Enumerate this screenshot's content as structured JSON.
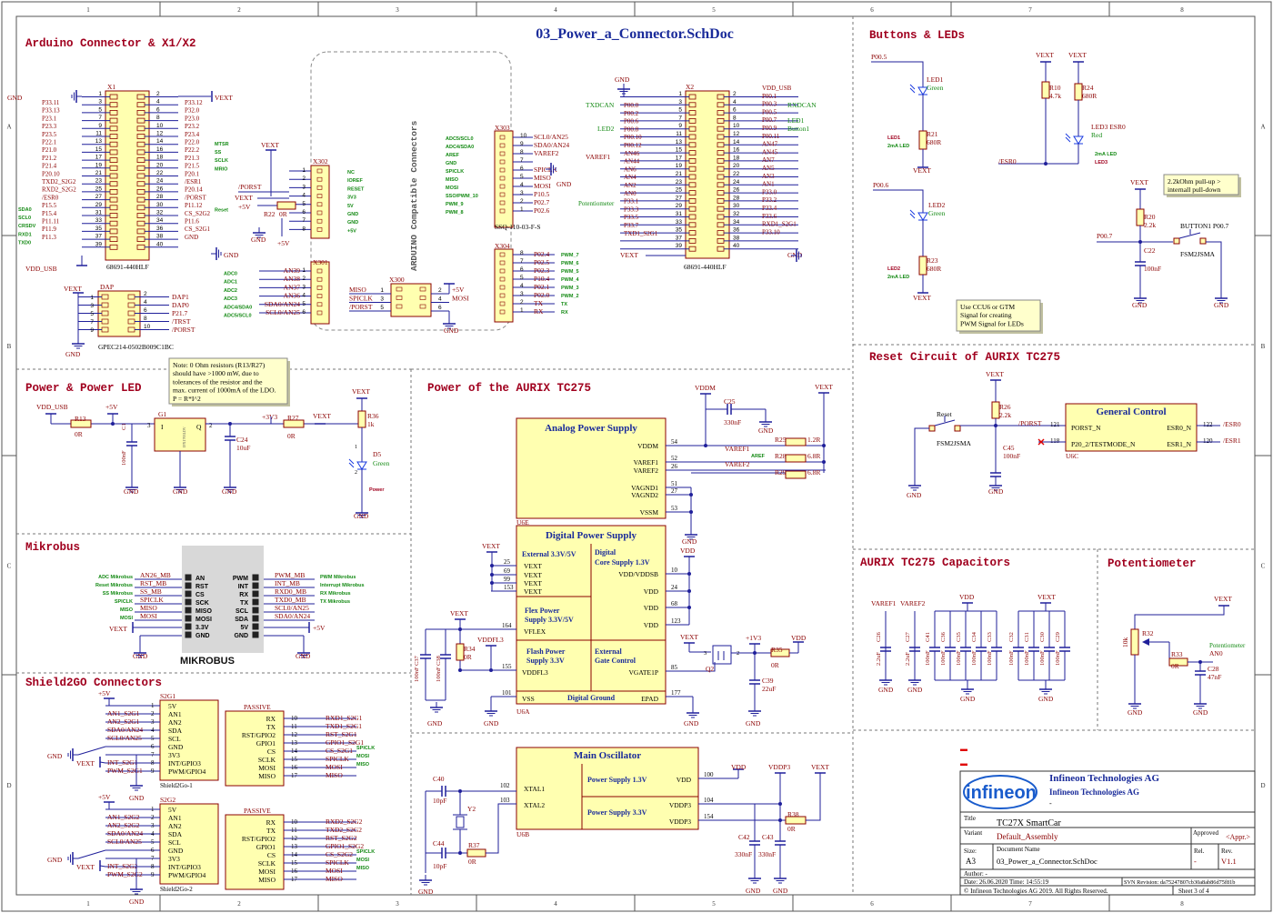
{
  "document_title": "03_Power_a_Connector.SchDoc",
  "colors": {
    "wire": "#1f1f9a",
    "netlabel": "#8b0000",
    "section_title": "#a0001e",
    "power": "#8b0000",
    "comp_fill": "#ffffb0",
    "comp_stroke": "#8b0000",
    "blue_title": "#1a2b9a",
    "green": "#148a14",
    "note_fill": "#ffffcc"
  },
  "frame": {
    "columns": [
      "1",
      "2",
      "3",
      "4",
      "5",
      "6",
      "7",
      "8"
    ],
    "rows": [
      "A",
      "B",
      "C",
      "D"
    ]
  },
  "sections": [
    {
      "id": "arduino",
      "title": "Arduino Connector & X1/X2"
    },
    {
      "id": "buttons",
      "title": "Buttons & LEDs"
    },
    {
      "id": "reset",
      "title": "Reset Circuit of AURIX TC275"
    },
    {
      "id": "powerled",
      "title": "Power & Power LED"
    },
    {
      "id": "aurixpower",
      "title": "Power of the AURIX TC275"
    },
    {
      "id": "mikrobus",
      "title": "Mikrobus"
    },
    {
      "id": "shield2go",
      "title": "Shield2GO Connectors"
    },
    {
      "id": "capacitors",
      "title": "AURIX TC275 Capacitors"
    },
    {
      "id": "potentiometer",
      "title": "Potentiometer"
    }
  ],
  "x1": {
    "ref": "X1",
    "part": "68691-440HLF",
    "left": [
      "P33.11",
      "P33.13",
      "P23.1",
      "P23.3",
      "P23.5",
      "P22.1",
      "P21.0",
      "P21.2",
      "P21.4",
      "P20.10",
      "TXD2_S2G2",
      "RXD2_S2G2",
      "/ESR0",
      "P15.5",
      "P15.4",
      "P11.11",
      "P11.9",
      "P11.3",
      ""
    ],
    "right": [
      "VEXT",
      "P33.12",
      "P32.0",
      "P23.0",
      "P23.2",
      "P23.4",
      "P22.0",
      "P22.2",
      "P21.3",
      "P21.5",
      "P20.1",
      "/ESR1",
      "P20.14",
      "/PORST",
      "P11.12",
      "CS_S2G2",
      "P11.6",
      "CS_S2G1",
      "GND"
    ],
    "side_left": [
      "SDA0",
      "SCL0",
      "CRSDV",
      "RXD1",
      "TXD0"
    ],
    "side_right": [
      "MTSR",
      "SS",
      "SCLK",
      "MRIO",
      "Reset"
    ],
    "gnd": "GND",
    "vdd": "VDD_USB"
  },
  "x2": {
    "ref": "X2",
    "part": "68691-440HLF",
    "left": [
      "P00.0",
      "P00.2",
      "P00.6",
      "P00.8",
      "P00.10",
      "P00.12",
      "AN46",
      "AN44",
      "AN6",
      "AN4",
      "AN2",
      "AN0",
      "P33.1",
      "P33.3",
      "P33.5",
      "P33.7",
      "TXD1_S2G1",
      ""
    ],
    "right": [
      "VDD_USB",
      "P00.1",
      "P00.3",
      "P00.5",
      "P00.7",
      "P00.9",
      "P00.11",
      "AN47",
      "AN45",
      "AN7",
      "AN5",
      "AN3",
      "AN1",
      "P33.0",
      "P33.2",
      "P33.4",
      "P33.6",
      "RXD1_S2G1",
      "P33.10",
      "GND"
    ],
    "side": [
      "TXDCAN",
      "LED2",
      "VAREF1",
      "Potentiometer",
      "RXDCAN",
      "LED1",
      "Button1"
    ],
    "gnd": "GND",
    "vext": "VEXT"
  },
  "arduino_box": {
    "label": "ARDUINO Compatible Connectors"
  },
  "x302": {
    "ref": "X302",
    "labels": [
      "NC",
      "IOREF",
      "RESET",
      "3V3",
      "5V",
      "GND",
      "GND",
      "+5V"
    ],
    "nets": [
      "VEXT",
      "/PORST",
      "VEXT",
      "+5V",
      "R22",
      "0R",
      "GND",
      "+5V"
    ]
  },
  "x301": {
    "ref": "X301",
    "nets": [
      "AN39",
      "AN38",
      "AN37",
      "AN36",
      "SDA0/AN24",
      "SCL0/AN25"
    ],
    "labels": [
      "ADC0",
      "ADC1",
      "ADC2",
      "ADC3",
      "ADC4/SDA0",
      "ADC5/SCL0"
    ]
  },
  "x303": {
    "ref": "X303",
    "part": "SSQ-110-03-F-S",
    "nets": [
      "SCL0/AN25",
      "SDA0/AN24",
      "VAREF2",
      "",
      "SPICLK",
      "MISO",
      "MOSI",
      "P10.5",
      "P02.7",
      "P02.6"
    ],
    "labels": [
      "ADC5/SCL0",
      "ADC4/SDA0",
      "AREF",
      "GND",
      "SPICLK",
      "MISO",
      "MOSI",
      "SSO/PWM_10",
      "PWM_9",
      "PWM_8"
    ],
    "gnd": "GND"
  },
  "x304": {
    "ref": "X304",
    "nets": [
      "P02.4",
      "P02.5",
      "P02.3",
      "P10.4",
      "P02.1",
      "P02.0",
      "TX",
      "RX"
    ],
    "labels": [
      "PWM_7",
      "PWM_6",
      "PWM_5",
      "PWM_4",
      "PWM_3",
      "PWM_2",
      "TX",
      "RX"
    ]
  },
  "x300": {
    "ref": "X300",
    "left": [
      "MISO",
      "SPICLK",
      "/PORST"
    ],
    "right": [
      "+5V",
      "MOSI",
      ""
    ],
    "gnd": "GND"
  },
  "dap": {
    "ref": "DAP",
    "part": "GPEC214-0502B009C1BC",
    "nets": [
      "DAP1",
      "DAP0",
      "P21.7",
      "/TRST",
      "/PORST"
    ],
    "vext": "VEXT",
    "gnd": "GND"
  },
  "note_ldo": {
    "lines": [
      "Note: 0 Ohm resistors (R13/R27)",
      "should have >1000 mW, due to",
      "tolerances of the resistor and the",
      "max. current of 1000mA of the LDO.",
      "P = R*I^2"
    ]
  },
  "note_pullup": {
    "lines": [
      "2.2kOhm pull-up >",
      "internall pull-down"
    ]
  },
  "note_ccu": {
    "lines": [
      "Use CCU6 or GTM",
      "Signal for creating",
      "PWM Signal for LEDs"
    ]
  },
  "power_led": {
    "vdd_usb": "VDD_USB",
    "plus5v": "+5V",
    "r13": "R13",
    "r13v": "0R",
    "c1": "C1",
    "c1v": "100nF",
    "g1": "G1",
    "g1i": "I",
    "g1q": "Q",
    "g1p": "3",
    "g1p2": "2",
    "g1m": "IFX1763LDV",
    "plus3v3": "+3V3",
    "c24": "C24",
    "c24v": "10uF",
    "r27": "R27",
    "r27v": "0R",
    "vext": "VEXT",
    "r36": "R36",
    "r36v": "1k",
    "d5": "D5",
    "d5v": "Green",
    "power": "Power",
    "gnd": "GND"
  },
  "buttons": {
    "p005": "P00.5",
    "led1": "LED1",
    "led1c": "Green",
    "r21": "R21",
    "r21v": "680R",
    "led1net": "LED1",
    "led1n2": "2mA LED",
    "p006": "P00.6",
    "led2": "LED2",
    "led2c": "Green",
    "r23": "R23",
    "r23v": "680R",
    "led2net": "LED2",
    "led2n2": "2mA LED",
    "r10": "R10",
    "r10v": "4.7k",
    "r24": "R24",
    "r24v": "680R",
    "led3": "LED3 ESR0",
    "led3c": "Red",
    "led3n": "2mA LED",
    "led3n2": "LED3",
    "esr0": "/ESR0",
    "vext": "VEXT",
    "r20": "R20",
    "r20v": "2.2k",
    "c22": "C22",
    "c22v": "100nF",
    "p007": "P00.7",
    "button1": "BUTTON1 P00.7",
    "fsm": "FSM2JSMA",
    "gnd": "GND"
  },
  "reset": {
    "vext": "VEXT",
    "r26": "R26",
    "r26v": "2.2k",
    "label_reset": "Reset",
    "fsm": "FSM2JSMA",
    "porst": "/PORST",
    "c45": "C45",
    "c45v": "100nF",
    "gc_title": "General Control",
    "porst_n": "PORST_N",
    "testmode": "P20_2/TESTMODE_N",
    "esr0_n": "ESR0_N",
    "esr1_n": "ESR1_N",
    "p121": "121",
    "p118": "118",
    "p122": "122",
    "p120": "120",
    "esr0": "/ESR0",
    "esr1": "/ESR1",
    "u6c": "U6C",
    "gnd": "GND"
  },
  "aurix": {
    "analog_title": "Analog Power Supply",
    "vddm": "VDDM",
    "varef1": "VAREF1",
    "varef2": "VAREF2",
    "vagnd1": "VAGND1",
    "vagnd2": "VAGND2",
    "vssm": "VSSM",
    "pins_a": [
      "54",
      "52",
      "26",
      "51",
      "27",
      "53"
    ],
    "u6e": "U6E",
    "c25": "C25",
    "c25v": "330nF",
    "r25": "R25",
    "r25v": "1.2R",
    "r28": "R28",
    "r28v": "6.8R",
    "r29": "R29",
    "r29v": "6.8R",
    "aref": "AREF",
    "digital_title": "Digital Power Supply",
    "ext33": "External 3.3V/5V",
    "vext": "VEXT",
    "core": "Digital Core Supply 1.3V",
    "vddvddsb": "VDD/VDDSB",
    "vdd": "VDD",
    "flex": "Flex Power Supply 3.3V/5V",
    "vflex": "VFLEX",
    "flash": "Flash Power Supply 3.3V",
    "vddfl3": "VDDFL3",
    "extgate": "External Gate Control",
    "vgate": "VGATE1P",
    "vss": "VSS",
    "dground": "Digital Ground",
    "epad": "EPAD",
    "u6a": "U6A",
    "pins_ext": [
      "25",
      "69",
      "99",
      "153"
    ],
    "pins_core": [
      "10",
      "24",
      "68",
      "123"
    ],
    "p164": "164",
    "p155": "155",
    "p101": "101",
    "p177": "177",
    "p85": "85",
    "c37": "C37",
    "c38": "C38",
    "cv": "100nF",
    "r34": "R34",
    "r34v": "0R",
    "vddfl3net": "VDDFL3",
    "q2": "Q2",
    "plus1v3": "+1V3",
    "r35": "R35",
    "r35v": "0R",
    "c39": "C39",
    "c39v": "22uF",
    "vddm_net": "VDDM",
    "gnd": "GND"
  },
  "oscillator": {
    "title": "Main Oscillator",
    "xtal1": "XTAL1",
    "xtal2": "XTAL2",
    "p102": "102",
    "p103": "103",
    "ps13": "Power Supply 1.3V",
    "ps33": "Power Supply 3.3V",
    "vdd": "VDD",
    "vddp3": "VDDP3",
    "vddp3b": "VDDP3",
    "p100": "100",
    "p104": "104",
    "p154": "154",
    "u6b": "U6B",
    "c40": "C40",
    "c40v": "10pF",
    "c44": "C44",
    "c44v": "10pF",
    "y2": "Y2",
    "r37": "R37",
    "r37v": "0R",
    "r38": "R38",
    "r38v": "0R",
    "c42": "C42",
    "c42v": "330nF",
    "c43": "C43",
    "c43v": "330nF",
    "vext": "VEXT",
    "gnd": "GND"
  },
  "mikrobus": {
    "left_pins": [
      "AN",
      "RST",
      "CS",
      "SCK",
      "MISO",
      "MOSI",
      "3.3V",
      "GND"
    ],
    "right_pins": [
      "PWM",
      "INT",
      "RX",
      "TX",
      "SCL",
      "SDA",
      "5V",
      "GND"
    ],
    "left_nets": [
      "AN26_MB",
      "RST_MB",
      "SS_MB",
      "SPICLK",
      "MISO",
      "MOSI"
    ],
    "right_nets": [
      "PWM_MB",
      "INT_MB",
      "RXD0_MB",
      "TXD0_MB",
      "SCL0/AN25",
      "SDA0/AN24"
    ],
    "left_desc": [
      "ADC Mikrobus",
      "Reset Mikrobus",
      "SS Mikrobus",
      "SPICLK",
      "MISO",
      "MOSI"
    ],
    "right_desc": [
      "PWM Mikrobus",
      "Interrupt Mikrobus",
      "RX Mikrobus",
      "TX Mikrobus"
    ],
    "label": "MIKROBUS",
    "vext": "VEXT",
    "plus5v": "+5V",
    "gnd": "GND"
  },
  "shield1": {
    "ref": "S2G1",
    "name": "Shield2Go-1",
    "plus5v": "+5V",
    "vext": "VEXT",
    "gnd": "GND",
    "left_nets": [
      "",
      "AN1_S2G1",
      "AN2_S2G1",
      "SDA0/AN24",
      "SCL0/AN25",
      "",
      "",
      "INT_S2G1",
      "PWM_S2G1"
    ],
    "left_pins": [
      "5V",
      "AN1",
      "AN2",
      "SDA",
      "SCL",
      "GND",
      "3V3",
      "INT/GPIO3",
      "PWM/GPIO4"
    ],
    "passive": "PASSIVE",
    "pass_pins": [
      "RX",
      "TX",
      "RST/GPIO2",
      "GPIO1",
      "CS",
      "SCLK",
      "MOSI",
      "MISO"
    ],
    "pass_nets": [
      "RXD1_S2G1",
      "TXD1_S2G1",
      "RST_S2G1",
      "GPIO1_S2G1",
      "CS_S2G1",
      "SPICLK",
      "MOSI",
      "MISO"
    ]
  },
  "shield2": {
    "ref": "S2G2",
    "name": "Shield2Go-2",
    "plus5v": "+5V",
    "vext": "VEXT",
    "gnd": "GND",
    "left_nets": [
      "",
      "AN1_S2G2",
      "AN2_S2G2",
      "SDA0/AN24",
      "SCL0/AN25",
      "",
      "",
      "INT_S2G2",
      "PWM_S2G2"
    ],
    "left_pins": [
      "5V",
      "AN1",
      "AN2",
      "SDA",
      "SCL",
      "GND",
      "3V3",
      "INT/GPIO3",
      "PWM/GPIO4"
    ],
    "passive": "PASSIVE",
    "pass_pins": [
      "RX",
      "TX",
      "RST/GPIO2",
      "GPIO1",
      "CS",
      "SCLK",
      "MOSI",
      "MISO"
    ],
    "pass_nets": [
      "RXD2_S2G2",
      "TXD2_S2G2",
      "RST_S2G2",
      "GPIO1_S2G2",
      "CS_S2G2",
      "SPICLK",
      "MOSI",
      "MISO"
    ]
  },
  "capacitors": {
    "varef1": "VAREF1",
    "varef2": "VAREF2",
    "vdd": "VDD",
    "vext": "VEXT",
    "gnd": "GND",
    "refs": [
      "C26",
      "C27",
      "C41",
      "C36",
      "C35",
      "C34",
      "C33",
      "C32",
      "C31",
      "C30",
      "C29"
    ],
    "vals": [
      "2.2uF",
      "2.2uF",
      "100nF",
      "100nF",
      "100nF",
      "100nF",
      "100nF",
      "100nF",
      "100nF",
      "100nF",
      "100nF"
    ]
  },
  "potentiometer": {
    "vext": "VEXT",
    "r32": "R32",
    "r32v": "10k",
    "r33": "R33",
    "r33v": "0R",
    "c28": "C28",
    "c28v": "47nF",
    "label": "Potentiometer",
    "an0": "AN0",
    "gnd": "GND"
  },
  "titleblock": {
    "company1": "Infineon Technologies AG",
    "company2": "Infineon Technologies AG",
    "dash": "-",
    "title_label": "Title",
    "title": "TC27X SmartCar",
    "variant_label": "Variant",
    "variant": "Default_Assembly",
    "approved_label": "Approved",
    "approved": "<Appr.>",
    "size_label": "Size:",
    "size": "A3",
    "docname_label": "Document Name",
    "docname": "03_Power_a_Connector.SchDoc",
    "rel_label": "Rel.",
    "rel": "-",
    "rev_label": "Rev.",
    "rev": "V1.1",
    "author": "Author: -",
    "date": "Date:  26.06.2020   Time: 14:55:19",
    "svn": "SVN Revision:  da75247807cb30a8ab86d75f81b",
    "copyright": "© Infineon Technologies AG 2019. All Rights Reserved.",
    "sheet": "Sheet  3        of   4",
    "logo": "infineon"
  }
}
